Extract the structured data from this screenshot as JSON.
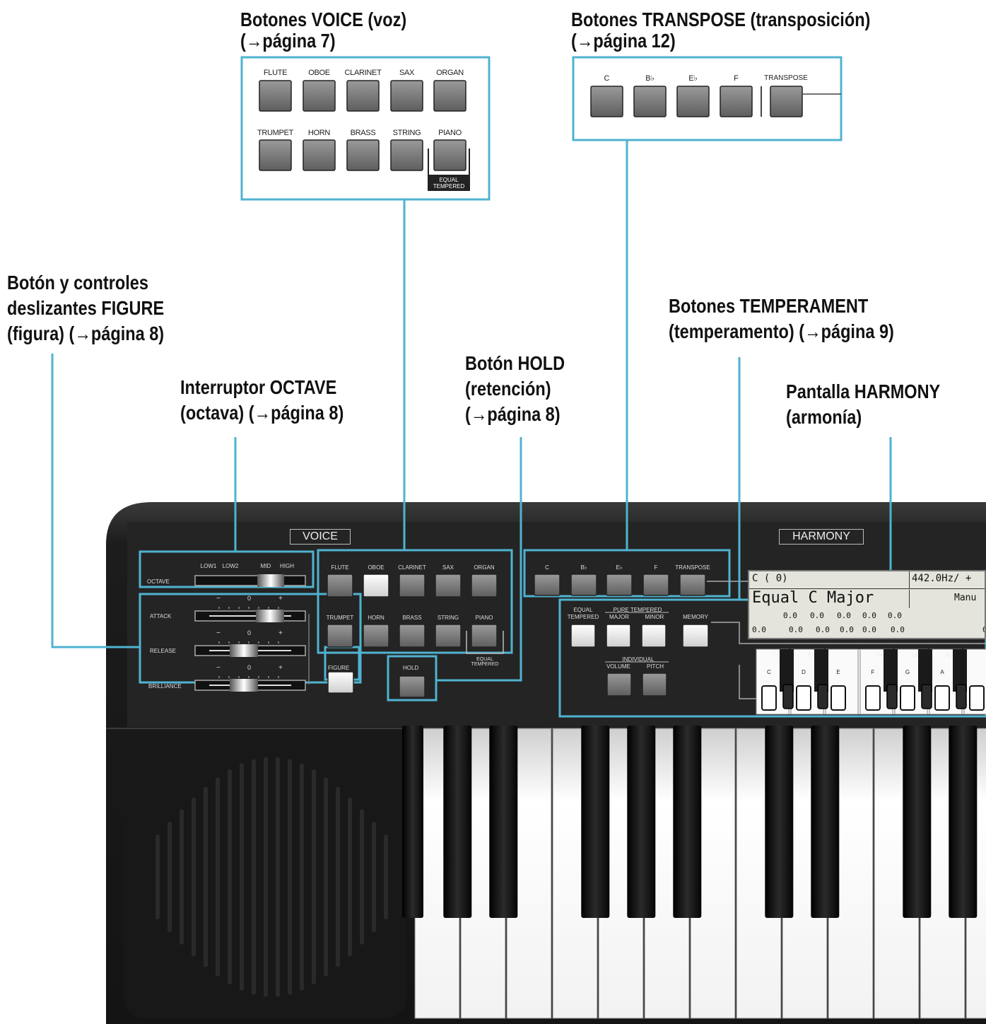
{
  "callouts": {
    "voice": {
      "line1": "Botones VOICE (voz)",
      "line2": "(→página 7)"
    },
    "transpose": {
      "line1": "Botones TRANSPOSE (transposición)",
      "line2": "(→página 12)"
    },
    "figure": {
      "line1": "Botón y controles",
      "line2": "deslizantes FIGURE",
      "line3": "(figura) (→página 8)"
    },
    "temperament": {
      "line1": "Botones TEMPERAMENT",
      "line2": "(temperamento) (→página 9)"
    },
    "hold": {
      "line1": "Botón HOLD",
      "line2": "(retención)",
      "line3": "(→página 8)"
    },
    "octave": {
      "line1": "Interruptor OCTAVE",
      "line2": "(octava) (→página 8)"
    },
    "harmony": {
      "line1": "Pantalla HARMONY",
      "line2": "(armonía)"
    }
  },
  "voice_buttons": {
    "row1": [
      "FLUTE",
      "OBOE",
      "CLARINET",
      "SAX",
      "ORGAN"
    ],
    "row2": [
      "TRUMPET",
      "HORN",
      "BRASS",
      "STRING",
      "PIANO"
    ],
    "equal_line1": "EQUAL",
    "equal_line2": "TEMPERED"
  },
  "transpose_buttons": {
    "keys": [
      "C",
      "B♭",
      "E♭",
      "F"
    ],
    "transpose": "TRANSPOSE"
  },
  "panel": {
    "voice_title": "VOICE",
    "harmony_title": "HARMONY",
    "octave": {
      "label": "OCTAVE",
      "positions": [
        "LOW1",
        "LOW2",
        "MID",
        "HIGH"
      ]
    },
    "sliders": {
      "attack": "ATTACK",
      "release": "RELEASE",
      "brilliance": "BRILLIANCE"
    },
    "slider_scale": {
      "minus": "−",
      "zero": "0",
      "plus": "+"
    },
    "figure": "FIGURE",
    "hold": "HOLD",
    "temperament": {
      "equal_line1": "EQUAL",
      "equal_line2": "TEMPERED",
      "pure_tempered": "PURE TEMPERED",
      "major": "MAJOR",
      "minor": "MINOR",
      "memory": "MEMORY",
      "individual": "INDIVIDUAL",
      "volume": "VOLUME",
      "pitch": "PITCH"
    },
    "lcd": {
      "line1_left": "C ( 0)",
      "line1_right": "442.0Hz/ +",
      "line2_left": "Equal C Major",
      "line2_right": "Manu",
      "row3": [
        "0.0",
        "0.0",
        "0.0",
        "0.0",
        "0.0"
      ],
      "row4": [
        "0.0",
        "0.0",
        "0.0",
        "0.0",
        "0.0",
        "0.0",
        "0"
      ]
    },
    "mini_keys": {
      "white": [
        "C",
        "D",
        "E",
        "F",
        "G",
        "A"
      ],
      "black": [
        "C♯",
        "E♭",
        "F♯",
        "G♯",
        "B♭"
      ]
    }
  },
  "colors": {
    "callout_line": "#4fb3d1",
    "body": "#1b1b1b",
    "panel": "#2a2a2a",
    "lcd": "#e4e4dc"
  }
}
